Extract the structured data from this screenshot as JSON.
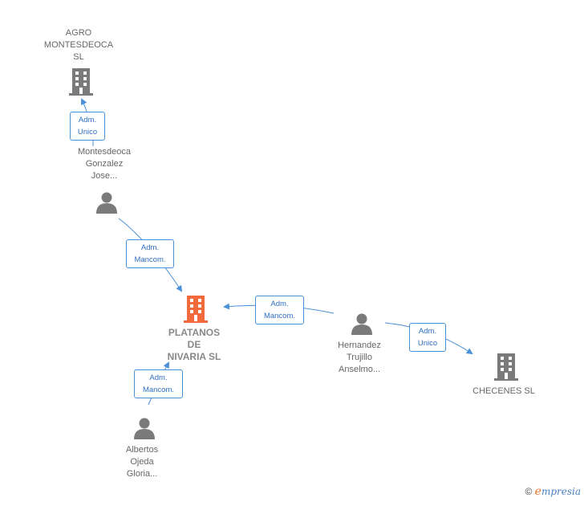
{
  "nodes": {
    "agro": {
      "label": "AGRO\nMONTESDEOCA\nSL",
      "icon": "building-icon"
    },
    "montesdeoca": {
      "label": "Montesdeoca\nGonzalez\nJose...",
      "icon": "person-icon"
    },
    "platanos": {
      "label": "PLATANOS\nDE\nNIVARIA  SL",
      "icon": "building-icon",
      "color": "#f26a3c"
    },
    "hernandez": {
      "label": "Hernandez\nTrujillo\nAnselmo...",
      "icon": "person-icon"
    },
    "checenes": {
      "label": "CHECENES  SL",
      "icon": "building-icon"
    },
    "albertos": {
      "label": "Albertos\nOjeda\nGloria...",
      "icon": "person-icon"
    }
  },
  "edges": {
    "e1": "Adm.\nUnico",
    "e2": "Adm.\nMancom.",
    "e3": "Adm.\nMancom.",
    "e4": "Adm.\nUnico",
    "e5": "Adm.\nMancom."
  },
  "colors": {
    "node_gray": "#7a7a7a",
    "focus": "#f26a3c",
    "edge": "#4a90d9"
  },
  "brand": {
    "copyright": "©",
    "name_initial": "e",
    "name_rest": "mpresia"
  }
}
